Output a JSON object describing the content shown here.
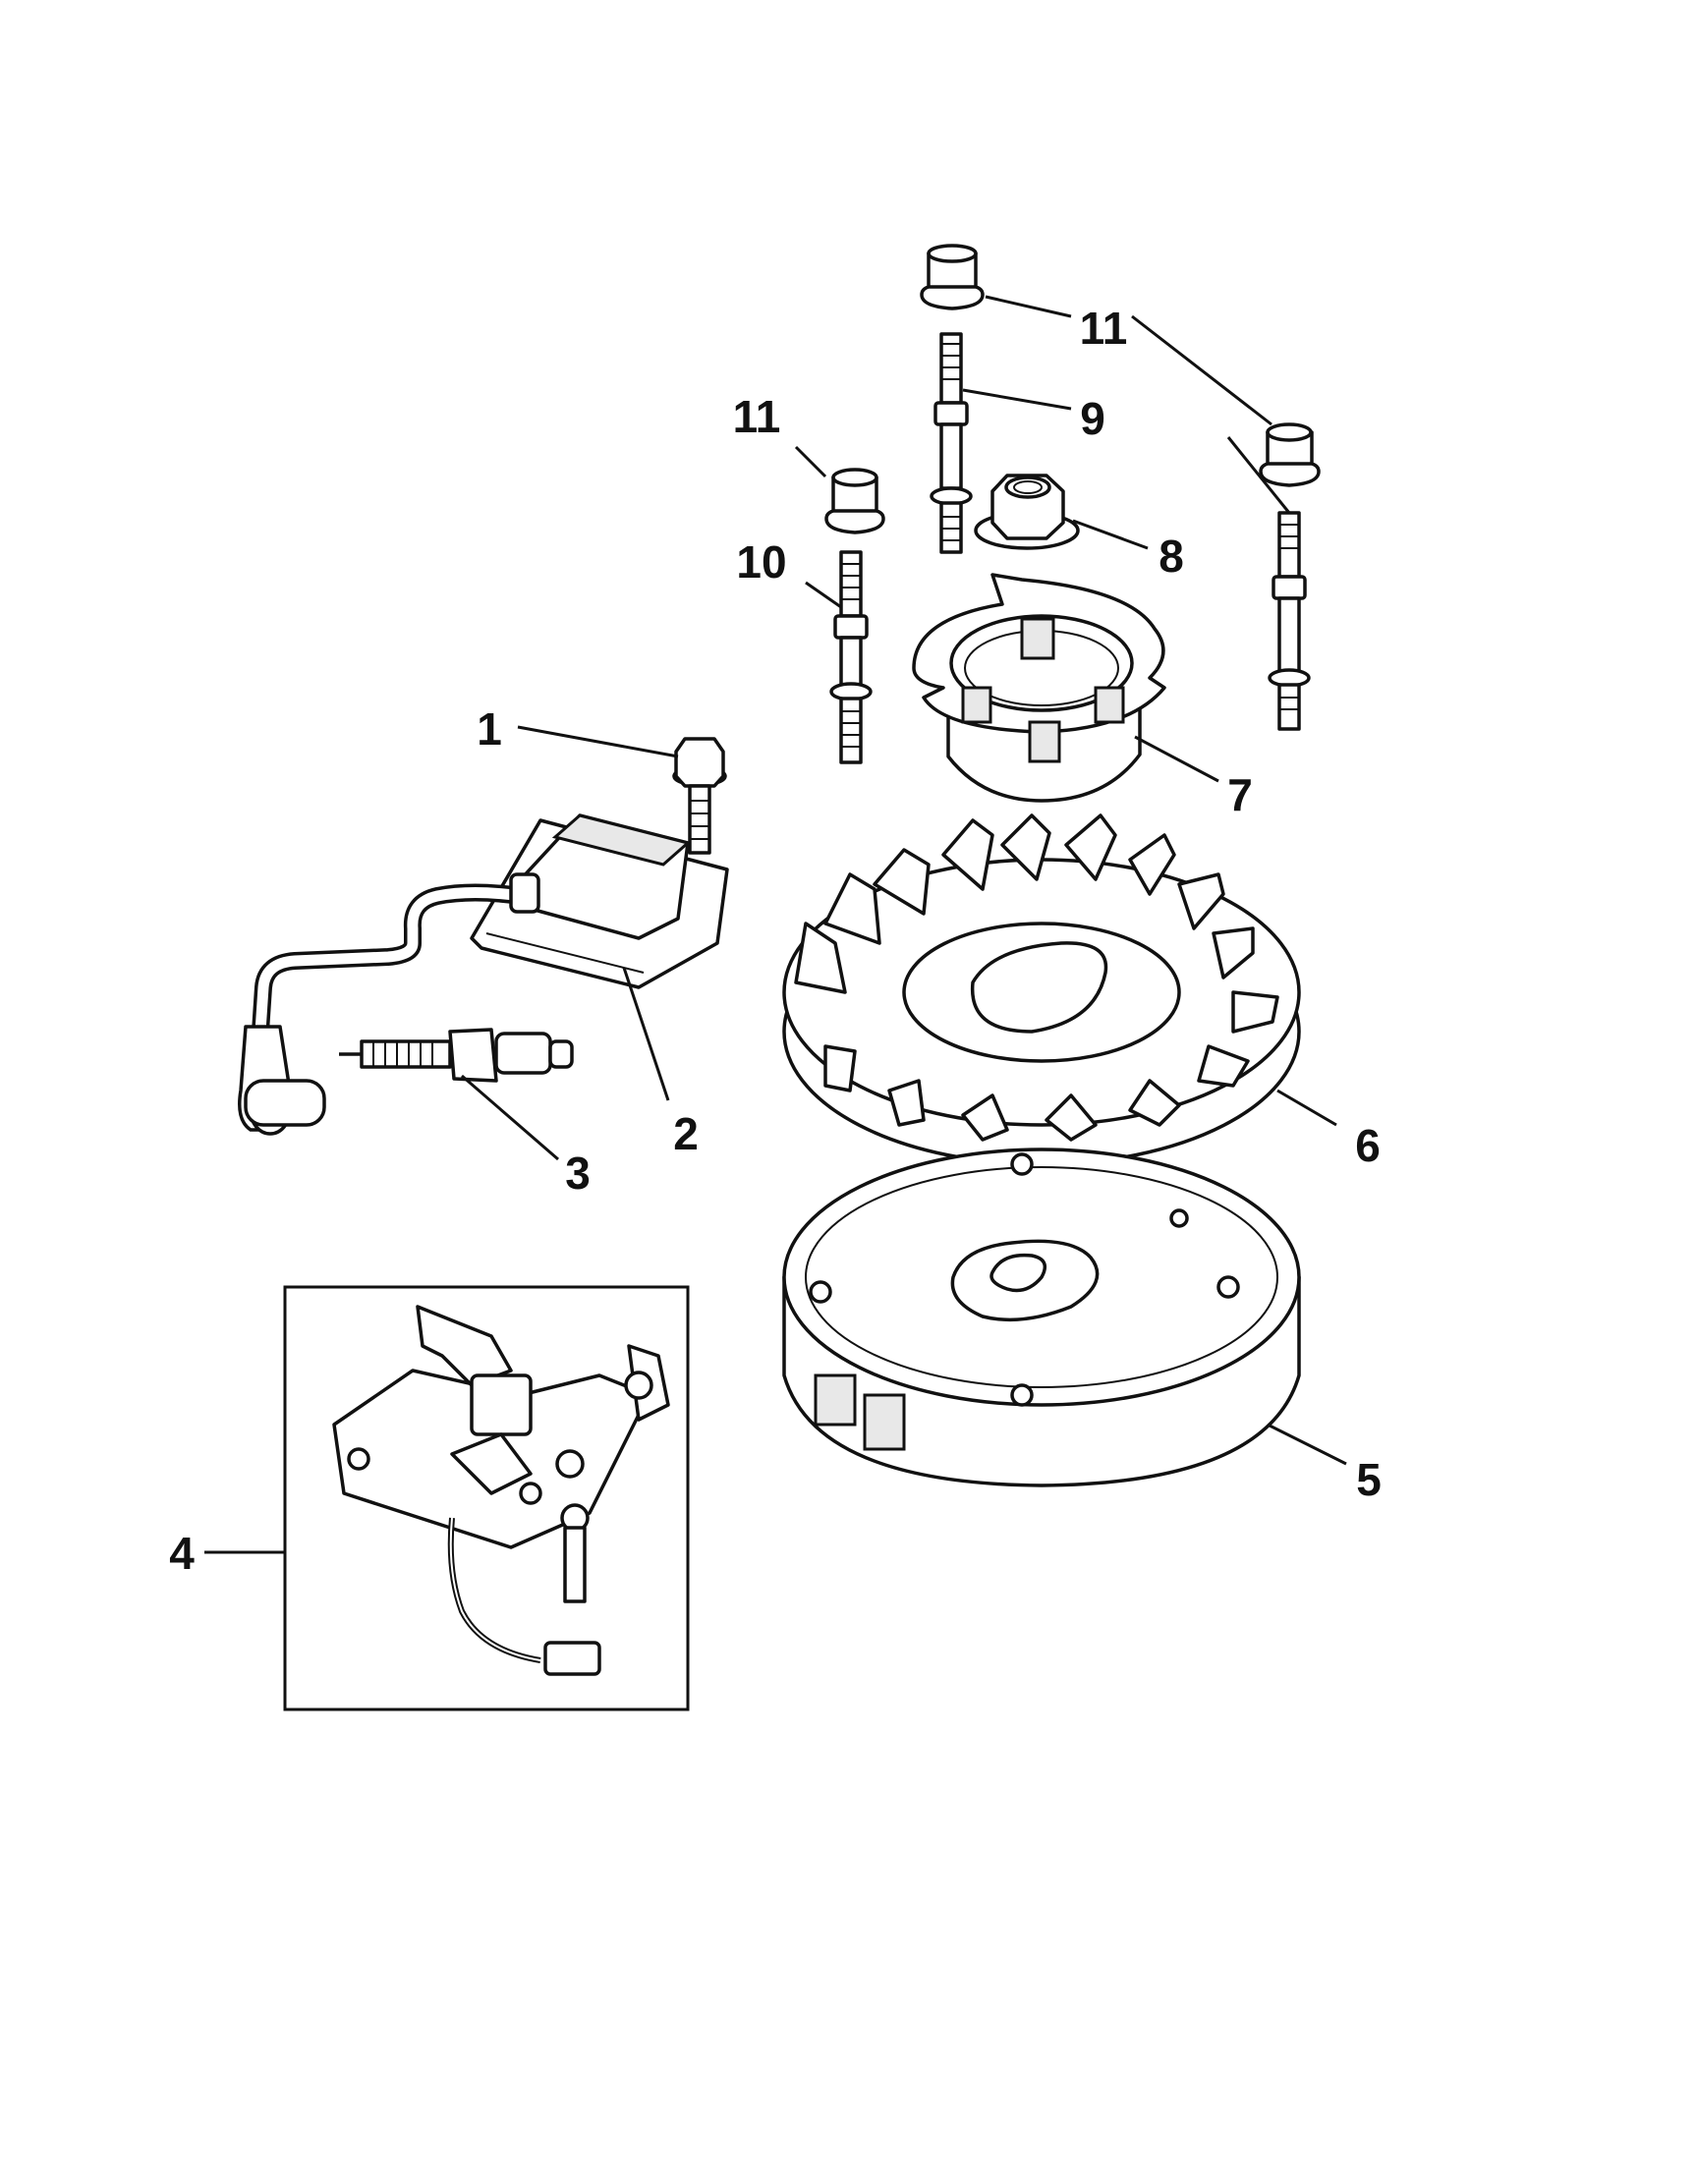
{
  "callouts": {
    "c1": "1",
    "c2": "2",
    "c3": "3",
    "c4": "4",
    "c5": "5",
    "c6": "6",
    "c7": "7",
    "c8": "8",
    "c9": "9",
    "c10": "10",
    "c11a": "11",
    "c11b": "11"
  },
  "parts": [
    {
      "number": "1",
      "icon": "hex-bolt-icon"
    },
    {
      "number": "2",
      "icon": "ignition-coil-icon"
    },
    {
      "number": "3",
      "icon": "spark-plug-icon"
    },
    {
      "number": "4",
      "icon": "ignition-switch-bracket-icon"
    },
    {
      "number": "5",
      "icon": "flywheel-icon"
    },
    {
      "number": "6",
      "icon": "fan-icon"
    },
    {
      "number": "7",
      "icon": "starter-cup-icon"
    },
    {
      "number": "8",
      "icon": "flange-nut-icon"
    },
    {
      "number": "9",
      "icon": "stud-icon"
    },
    {
      "number": "10",
      "icon": "stud-icon"
    },
    {
      "number": "11",
      "icon": "spacer-icon"
    }
  ]
}
